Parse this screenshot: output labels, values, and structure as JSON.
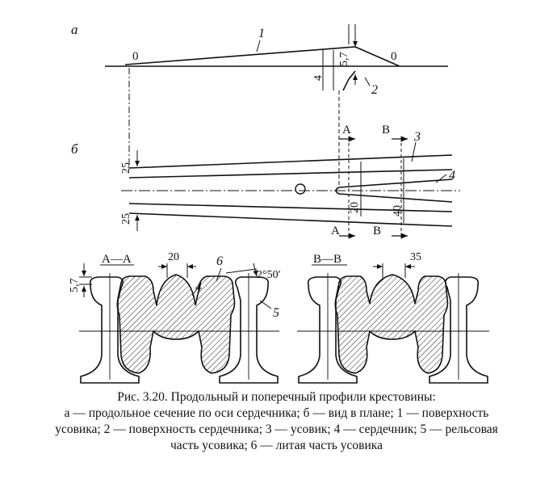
{
  "figure": {
    "views": {
      "a": "а",
      "b": "б"
    },
    "marks": {
      "zero_left": "0",
      "zero_right": "0",
      "n1": "1",
      "n2": "2",
      "n3": "3",
      "n4": "4",
      "n5": "5",
      "n6": "6"
    },
    "dims": {
      "d57": "5,7",
      "d4": "4",
      "d25top": "25",
      "d25bot": "25",
      "d20": "20",
      "d40": "40",
      "d20sec": "20",
      "d35sec": "35",
      "d57sec": "5,7",
      "angle": "2°50′"
    },
    "section_marks": {
      "A": "А",
      "B": "В"
    },
    "sections": {
      "aa": "А—А",
      "bb": "В—В"
    },
    "section_items": {
      "n4": "4",
      "n5": "5",
      "n6": "6"
    }
  },
  "caption": {
    "line1": "Рис. 3.20. Продольный и поперечный профили крестовины:",
    "line2": "а — продольное сечение по оси сердечника; б — вид в плане; 1 — поверхность",
    "line3": "усовика; 2 — поверхность сердечника; 3 — усовик; 4 — сердечник; 5 — рельсовая",
    "line4": "часть усовика; 6 — литая часть усовика"
  }
}
